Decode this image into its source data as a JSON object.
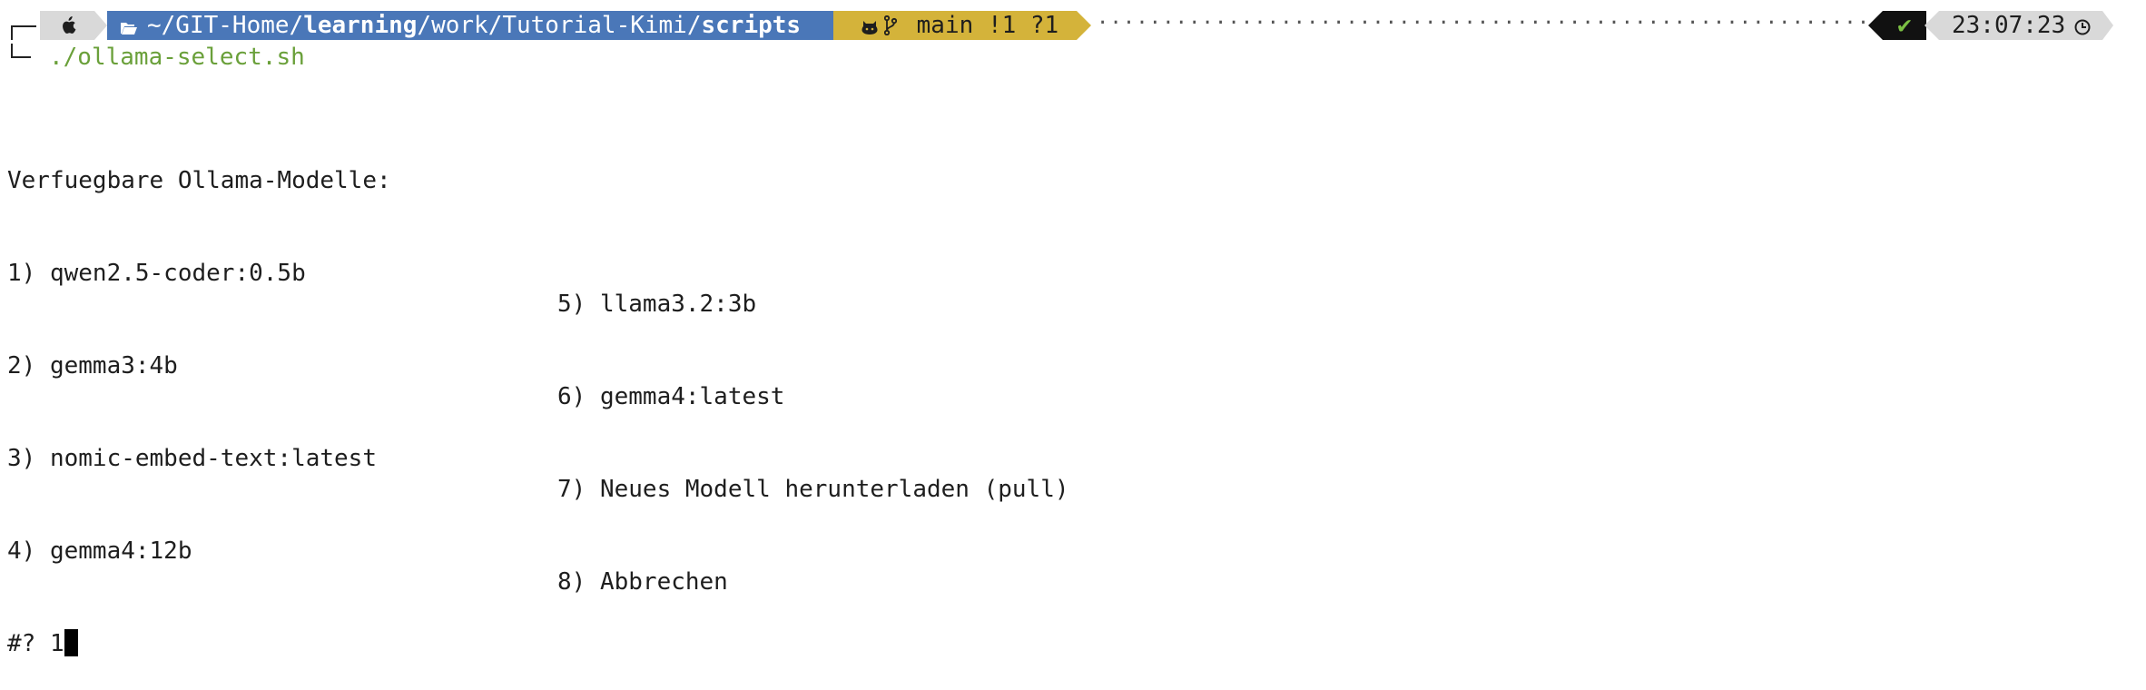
{
  "prompt": {
    "os_icon": "apple-icon",
    "folder_icon": "folder-open-icon",
    "path_prefix": "~/GIT-Home/",
    "path_bold1": "learning",
    "path_mid": "/work/Tutorial-Kimi/",
    "path_bold2": "scripts",
    "git_icon": "github-icon",
    "branch_icon": "git-branch-icon",
    "branch": "main",
    "git_status": "!1 ?1",
    "dots": "··································································································································",
    "status_check": "✔",
    "time": "23:07:23",
    "clock_icon": "clock-icon",
    "colors": {
      "os_bg": "#d9d9d9",
      "path_bg": "#4a77b8",
      "git_bg": "#d4b33a",
      "status_bg": "#111111",
      "check": "#7bc043",
      "command": "#6aa03a"
    }
  },
  "command": "./ollama-select.sh",
  "output": {
    "heading": "Verfuegbare Ollama-Modelle:",
    "options_left": [
      "1) qwen2.5-coder:0.5b",
      "2) gemma3:4b",
      "3) nomic-embed-text:latest",
      "4) gemma4:12b"
    ],
    "options_right": [
      "5) llama3.2:3b",
      "6) gemma4:latest",
      "7) Neues Modell herunterladen (pull)",
      "8) Abbrechen"
    ],
    "select_prompt": "#? ",
    "input_value": "1"
  }
}
